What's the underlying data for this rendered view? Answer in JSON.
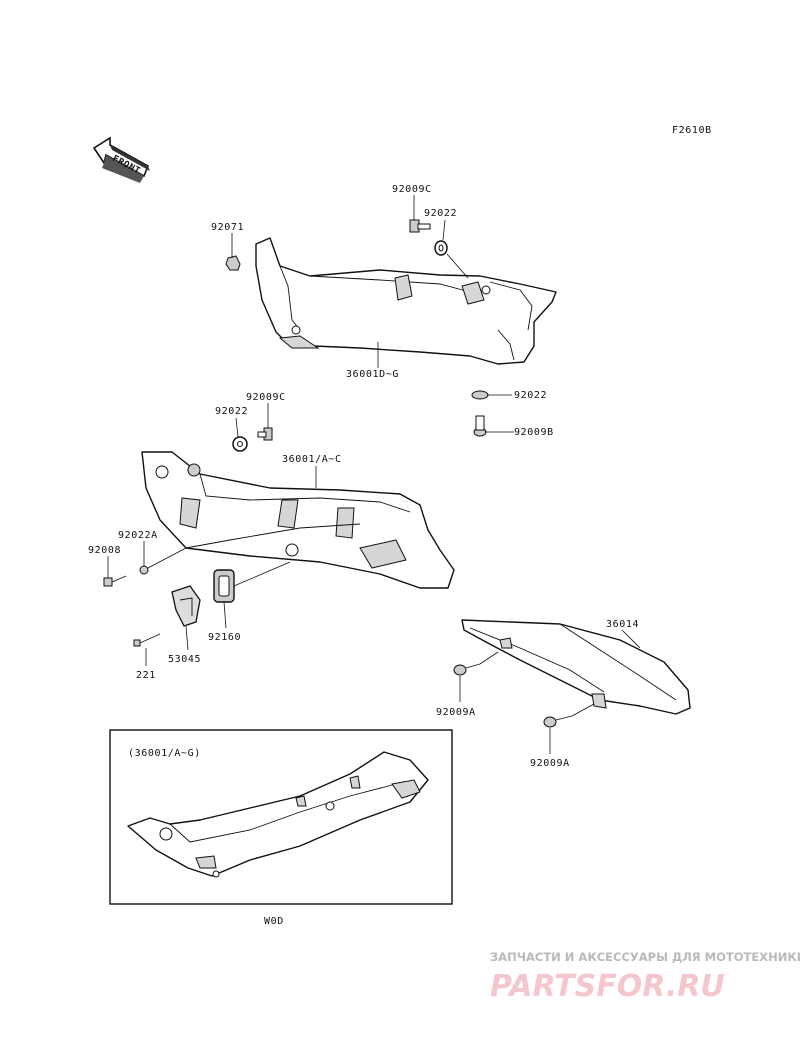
{
  "header": {
    "figure_code": "F2610B"
  },
  "front_arrow": {
    "label": "FRONT"
  },
  "labels": {
    "l92071": "92071",
    "l92009C_top": "92009C",
    "l92022_top": "92022",
    "l36001DG": "36001D~G",
    "l92022_right": "92022",
    "l92009B": "92009B",
    "l92009C_mid": "92009C",
    "l92022_mid": "92022",
    "l36001AC": "36001/A~C",
    "l92022A": "92022A",
    "l92008": "92008",
    "l92160": "92160",
    "l53045": "53045",
    "l221": "221",
    "l36014": "36014",
    "l92009A_1": "92009A",
    "l92009A_2": "92009A"
  },
  "inset": {
    "caption": "(36001/A~G)",
    "footer": "W0D"
  },
  "watermark": {
    "line1": "ЗАПЧАСТИ И АКСЕССУАРЫ ДЛЯ МОТОТЕХНИКИ",
    "logo": "PARTSFOR.RU"
  },
  "colors": {
    "ink": "#111111",
    "watermark_red": "#f4c7cd",
    "watermark_gray": "#b9b9b9"
  }
}
